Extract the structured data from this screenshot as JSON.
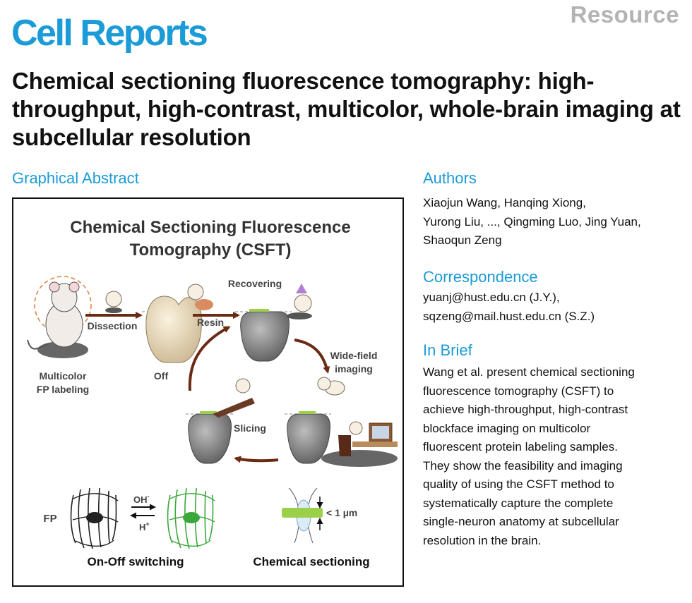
{
  "header": {
    "article_type": "Resource",
    "journal": "Cell Reports",
    "title": "Chemical sectioning fluorescence tomography: high-throughput, high-contrast, multicolor, whole-brain imaging at subcellular resolution"
  },
  "sections": {
    "graphical_abstract": "Graphical Abstract",
    "authors": "Authors",
    "correspondence": "Correspondence",
    "in_brief": "In Brief"
  },
  "authors": {
    "line1": "Xiaojun Wang, Hanqing Xiong,",
    "line2": "Yurong Liu, ..., Qingming Luo, Jing Yuan,",
    "line3": "Shaoqun Zeng"
  },
  "correspondence": {
    "line1": "yuanj@hust.edu.cn (J.Y.),",
    "line2": "sqzeng@mail.hust.edu.cn (S.Z.)"
  },
  "in_brief": {
    "lines": [
      "Wang et al. present chemical sectioning",
      "fluorescence tomography (CSFT) to",
      "achieve high-throughput, high-contrast",
      "blockface imaging on multicolor",
      "fluorescent protein labeling samples.",
      "They show the feasibility and imaging",
      "quality of using the CSFT method to",
      "systematically capture the complete",
      "single-neuron anatomy at subcellular",
      "resolution in the brain."
    ]
  },
  "abstract": {
    "title_line1": "Chemical Sectioning Fluorescence",
    "title_line2": "Tomography (CSFT)",
    "labels": {
      "multicolor": "Multicolor",
      "fp_labeling": "FP labeling",
      "dissection": "Dissection",
      "off": "Off",
      "resin": "Resin",
      "recovering": "Recovering",
      "wide_field": "Wide-field",
      "imaging": "imaging",
      "slicing": "Slicing",
      "fp": "FP",
      "oh": "OH",
      "oh_sup": "-",
      "h": "H",
      "h_sup": "+",
      "thickness": "< 1 µm",
      "on_off": "On-Off switching",
      "chemical_sectioning": "Chemical sectioning"
    }
  },
  "colors": {
    "brand_blue": "#1b9bd7",
    "resource_gray": "#b3b3b3",
    "arrow_brown": "#6b2a14",
    "section_green": "#9ccf4a"
  }
}
